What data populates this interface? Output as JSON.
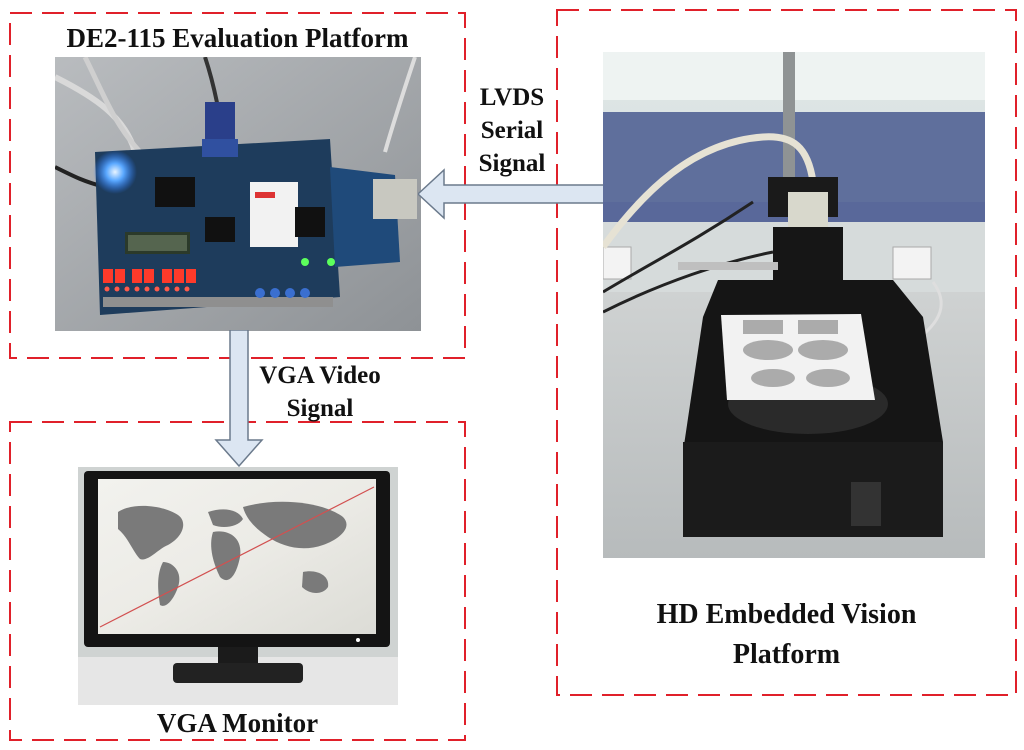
{
  "boxes": {
    "de2": {
      "title": "DE2-115 Evaluation Platform"
    },
    "vga": {
      "title": "VGA Monitor"
    },
    "hd": {
      "title_line1": "HD Embedded Vision",
      "title_line2": "Platform"
    }
  },
  "arrows": {
    "lvds": {
      "line1": "LVDS",
      "line2": "Serial",
      "line3": "Signal"
    },
    "vga_video": {
      "line1": "VGA Video",
      "line2": "Signal"
    }
  },
  "colors": {
    "dashed_border": "#e0202a",
    "arrow_fill": "#dce6f2",
    "arrow_stroke": "#6b7a8c"
  },
  "icons": {
    "board": "fpga-board-photo",
    "monitor": "monitor-photo",
    "rig": "camera-rig-photo"
  }
}
